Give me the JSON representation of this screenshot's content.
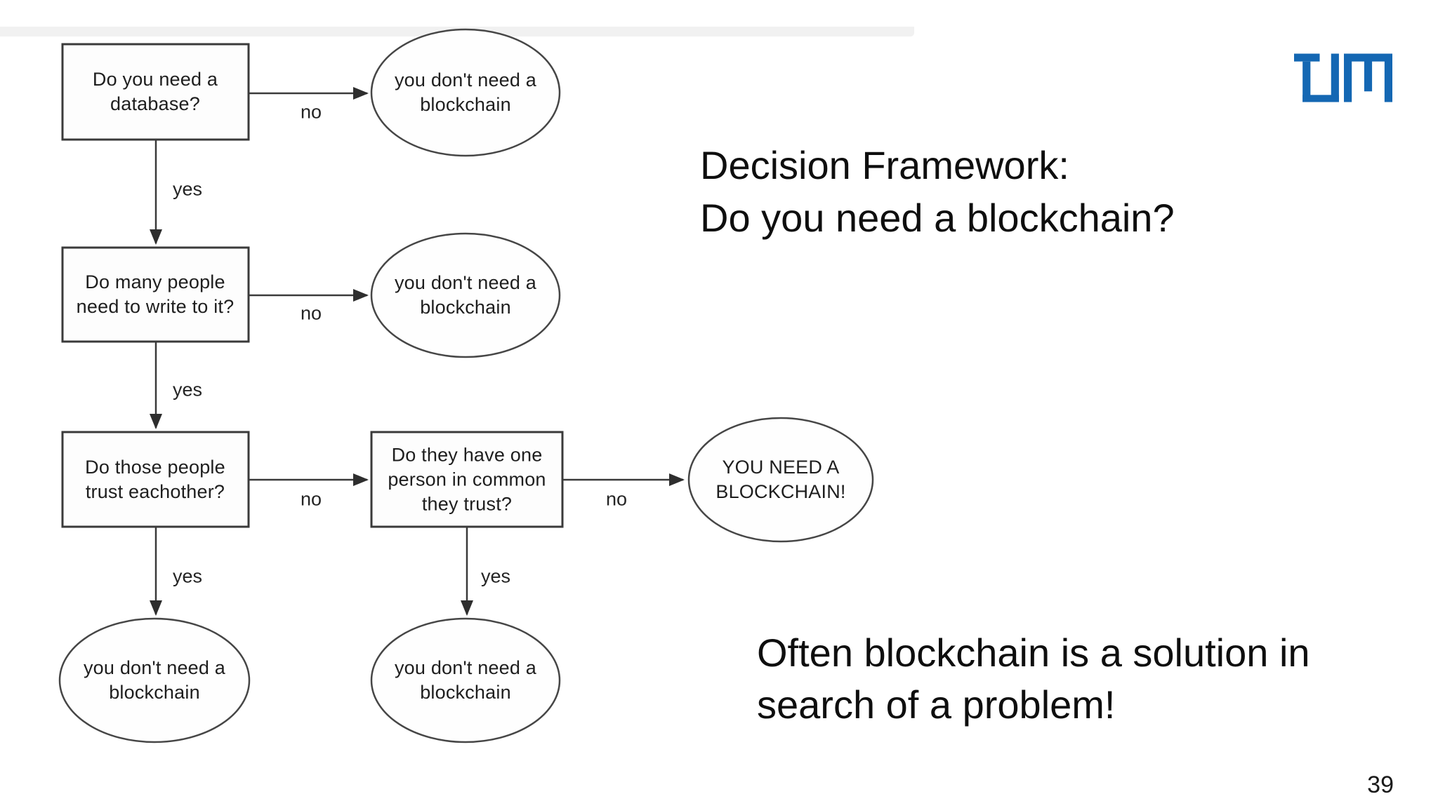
{
  "slide": {
    "title": {
      "line1": "Decision Framework:",
      "line2": "Do you need a blockchain?"
    },
    "note": {
      "line1": "Often blockchain is a solution in",
      "line2": "search of a problem!"
    },
    "page_number": "39",
    "logo": {
      "name": "TUM",
      "color": "#1467b3"
    },
    "colors": {
      "flow_stroke": "#3a3a3a",
      "background": "#ffffff",
      "image_edge_gray": "#f1f1f1"
    }
  },
  "flowchart": {
    "nodes": [
      {
        "id": "need-database",
        "shape": "box",
        "label": "Do you need a\ndatabase?"
      },
      {
        "id": "no-blockchain-1",
        "shape": "ellipse",
        "label": "you don't need a\nblockchain"
      },
      {
        "id": "many-writers",
        "shape": "box",
        "label": "Do many people\nneed to write to it?"
      },
      {
        "id": "no-blockchain-2",
        "shape": "ellipse",
        "label": "you don't need a\nblockchain"
      },
      {
        "id": "trust-eachother",
        "shape": "box",
        "label": "Do those people\ntrust eachother?"
      },
      {
        "id": "common-person",
        "shape": "box",
        "label": "Do they have one\nperson in common\nthey trust?"
      },
      {
        "id": "need-blockchain",
        "shape": "ellipse",
        "label": "YOU NEED A\nBLOCKCHAIN!"
      },
      {
        "id": "no-blockchain-3",
        "shape": "ellipse",
        "label": "you don't need a\nblockchain"
      },
      {
        "id": "no-blockchain-4",
        "shape": "ellipse",
        "label": "you don't need a\nblockchain"
      }
    ],
    "edge_labels": [
      {
        "id": "no-1",
        "label": "no"
      },
      {
        "id": "yes-1",
        "label": "yes"
      },
      {
        "id": "no-2",
        "label": "no"
      },
      {
        "id": "yes-2",
        "label": "yes"
      },
      {
        "id": "no-3",
        "label": "no"
      },
      {
        "id": "no-4",
        "label": "no"
      },
      {
        "id": "yes-3",
        "label": "yes"
      },
      {
        "id": "yes-4",
        "label": "yes"
      }
    ]
  }
}
